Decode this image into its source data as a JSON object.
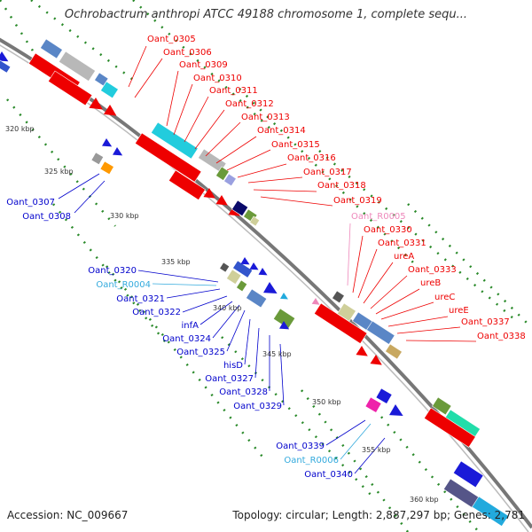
{
  "title": "Ochrobactrum anthropi ATCC 49188 chromosome 1, complete sequ...",
  "footer": {
    "accession_label": "Accession:",
    "accession": "NC_009667",
    "topology_label": "Topology:",
    "topology": "circular",
    "length_label": "Length:",
    "length": "2,887,297 bp",
    "genes_label": "Genes:",
    "genes": "2,781"
  },
  "colors": {
    "forward_label": "#ee0000",
    "reverse_label": "#0000cc",
    "rna_label": "#33aadd",
    "pseudo_label": "#ee88bb",
    "backbone": "#888888",
    "tick": "#2a8a2a"
  },
  "scale_labels": [
    "320 kbp",
    "325 kbp",
    "330 kbp",
    "335 kbp",
    "340 kbp",
    "345 kbp",
    "350 kbp",
    "355 kbp",
    "360 kbp"
  ],
  "forward_genes": [
    "Oant_0305",
    "Oant_0306",
    "Oant_0309",
    "Oant_0310",
    "Oant_0311",
    "Oant_0312",
    "Oant_0313",
    "Oant_0314",
    "Oant_0315",
    "Oant_0316",
    "Oant_0317",
    "Oant_0318",
    "Oant_0319"
  ],
  "forward_genes_2": [
    "Oant_R0005",
    "Oant_0330",
    "Oant_0331",
    "ureA",
    "Oant_0333",
    "ureB",
    "ureC",
    "ureE",
    "Oant_0337",
    "Oant_0338"
  ],
  "reverse_genes_1": [
    "Oant_0307",
    "Oant_0308"
  ],
  "reverse_genes_2": [
    "Oant_0320",
    "Oant_R0004",
    "Oant_0321",
    "Oant_0322",
    "infA",
    "Oant_0324",
    "Oant_0325",
    "hisD",
    "Oant_0327",
    "Oant_0328",
    "Oant_0329"
  ],
  "reverse_genes_3": [
    "Oant_0339",
    "Oant_R0006",
    "Oant_0340"
  ]
}
